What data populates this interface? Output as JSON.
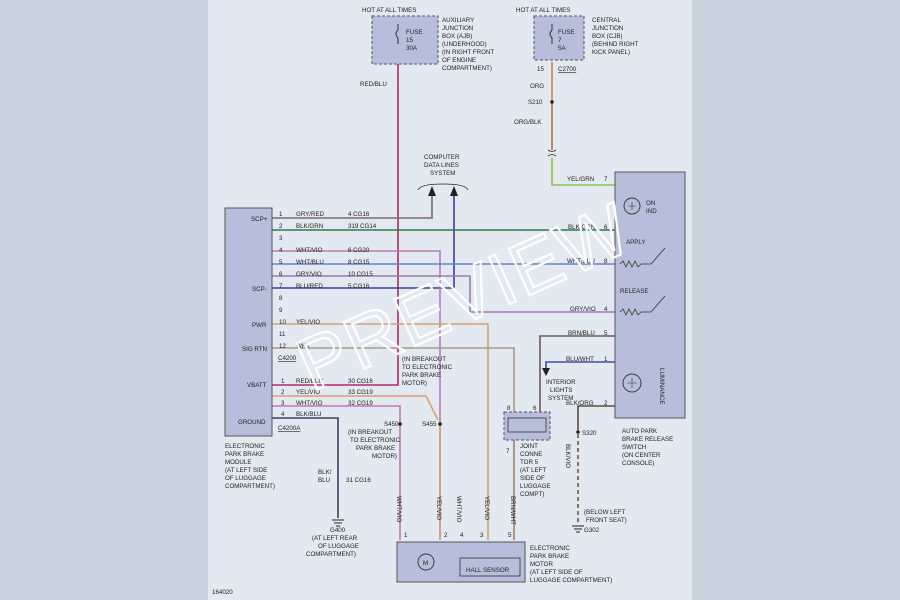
{
  "watermark": "PREVIEW",
  "diagram_id": "164020",
  "fuse_left": {
    "header": "HOT AT ALL TIMES",
    "fuse": [
      "FUSE",
      "15",
      "30A"
    ],
    "label": [
      "AUXILIARY",
      "JUNCTION",
      "BOX (AJB)",
      "(UNDERHOOD)",
      "(IN RIGHT FRONT",
      "OF ENGINE",
      "COMPARTMENT)"
    ],
    "wire": "RED/BLU"
  },
  "fuse_right": {
    "header": "HOT AT ALL TIMES",
    "fuse": [
      "FUSE",
      "7",
      "5A"
    ],
    "label": [
      "CENTRAL",
      "JUNCTION",
      "BOX (CJB)",
      "(BEHIND RIGHT",
      "KICK PANEL)"
    ],
    "pin": "15",
    "connector": "C2700",
    "wire1": "ORG",
    "splice": "S210",
    "wire2": "ORG/BLK",
    "wire3": "YEL/GRN",
    "pin_switch": "7"
  },
  "network": [
    "COMPUTER",
    "DATA LINES",
    "SYSTEM"
  ],
  "module": {
    "labels": {
      "scp_plus": "SCP+",
      "scp_minus": "SCP-",
      "pwr": "PWR",
      "sig_rtn": "SIG RTN",
      "vbatt": "VBATT",
      "ground": "GROUND"
    },
    "connector_upper": "C4200",
    "connector_lower": "C4200A",
    "caption": [
      "ELECTRONIC",
      "PARK BRAKE",
      "MODULE",
      "(AT LEFT SIDE",
      "OF LUGGAGE",
      "COMPARTMENT)"
    ]
  },
  "upper_pins": [
    {
      "pin": "1",
      "wire": "GRY/RED",
      "circuit": "4 CG16"
    },
    {
      "pin": "2",
      "wire": "BLK/GRN",
      "circuit": "319 CG14"
    },
    {
      "pin": "3",
      "wire": "",
      "circuit": ""
    },
    {
      "pin": "4",
      "wire": "WHT/VIO",
      "circuit": "6 CG20"
    },
    {
      "pin": "5",
      "wire": "WHT/BLU",
      "circuit": "8 CG15"
    },
    {
      "pin": "6",
      "wire": "GRY/VIO",
      "circuit": "10 CG15"
    },
    {
      "pin": "7",
      "wire": "BLU/RED",
      "circuit": "5 CG16"
    },
    {
      "pin": "8",
      "wire": "",
      "circuit": ""
    },
    {
      "pin": "9",
      "wire": "",
      "circuit": ""
    },
    {
      "pin": "10",
      "wire": "YEL/VIO",
      "circuit": ""
    },
    {
      "pin": "11",
      "wire": "",
      "circuit": ""
    },
    {
      "pin": "12",
      "wire": "WHT",
      "circuit": ""
    }
  ],
  "lower_pins": [
    {
      "pin": "1",
      "wire": "RED/BLU",
      "circuit": "30 CG16"
    },
    {
      "pin": "2",
      "wire": "YEL/VIO",
      "circuit": "33 CG19"
    },
    {
      "pin": "3",
      "wire": "WHT/VIO",
      "circuit": "32 CG19"
    },
    {
      "pin": "4",
      "wire": "BLK/BLU",
      "circuit": ""
    }
  ],
  "ground": {
    "wire": [
      "BLK/",
      "BLU"
    ],
    "circuit": "31 CG16",
    "id": "G400",
    "caption": [
      "(AT LEFT REAR",
      "OF LUGGAGE",
      "COMPARTMENT)"
    ]
  },
  "splice_s450": {
    "id": "S450",
    "caption": [
      "(IN BREAKOUT",
      "TO ELECTRONIC",
      "PARK BRAKE",
      "MOTOR)"
    ]
  },
  "splice_s455": {
    "id": "S455",
    "caption": [
      "(IN BREAKOUT",
      "TO ELECTRONIC",
      "PARK BRAKE",
      "MOTOR)"
    ]
  },
  "switch": {
    "pins": [
      {
        "pin": "6",
        "wire": "BLK/GRN"
      },
      {
        "pin": "8",
        "wire": "WHT/BLU"
      },
      {
        "pin": "4",
        "wire": "GRY/VIO"
      },
      {
        "pin": "5",
        "wire": "BRN/BLU"
      },
      {
        "pin": "1",
        "wire": "BLU/WHT"
      },
      {
        "pin": "2",
        "wire": "BLK/ORG"
      }
    ],
    "on_ind": [
      "ON",
      "IND"
    ],
    "apply": "APPLY",
    "release": "RELEASE",
    "lamp": "LUMINANCE",
    "caption": [
      "AUTO PARK",
      "BRAKE RELEASE",
      "SWITCH",
      "(ON CENTER",
      "CONSOLE)"
    ]
  },
  "interior_lights": [
    "INTERIOR",
    "LIGHTS",
    "SYSTEM"
  ],
  "joint": {
    "pins": [
      "8",
      "6",
      "7"
    ],
    "caption": [
      "JOINT",
      "CONNE",
      "TOR 5",
      "(AT LEFT",
      "SIDE OF",
      "LUGGAGE",
      "COMPT)"
    ]
  },
  "ground_g302": {
    "splice": "S320",
    "wire": "BLK/VIO",
    "caption": [
      "(BELOW LEFT",
      "FRONT SEAT)"
    ],
    "id": "G302"
  },
  "motor": {
    "wires": [
      "WHT/VIO",
      "YEL/VIO",
      "WHT/VIO",
      "YEL/VIO",
      "BRN/WHT"
    ],
    "pins": [
      "1",
      "2",
      "4",
      "3",
      "5"
    ],
    "symbol": "M",
    "hall": "HALL SENSOR",
    "caption": [
      "ELECTRONIC",
      "PARK BRAKE",
      "MOTOR",
      "(AT LEFT SIDE OF",
      "LUGGAGE COMPARTMENT)"
    ]
  }
}
